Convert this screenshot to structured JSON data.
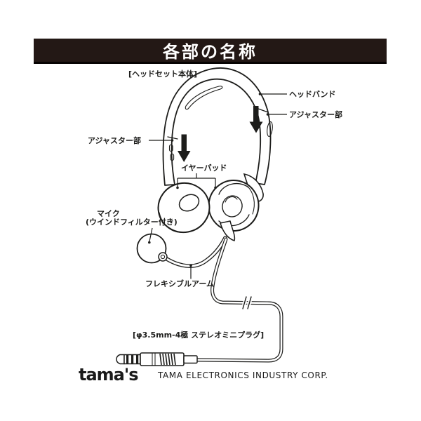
{
  "header": {
    "title": "各部の名称",
    "bar_color": "#231815",
    "text_color": "#ffffff"
  },
  "diagram": {
    "line_color": "#1d1d1b",
    "labels": {
      "headset_body": "[ヘッドセット本体]",
      "headband": "ヘッドバンド",
      "adjuster_right": "アジャスター部",
      "adjuster_left": "アジャスター部",
      "earpad": "イヤーパッド",
      "mic_line1": "マイク",
      "mic_line2": "(ウインドフィルター付き)",
      "flexible_arm": "フレキシブルアーム",
      "plug": "[φ3.5mm-4極 ステレオミニプラグ]"
    },
    "icons": {
      "left_arrow": "down-arrow",
      "right_arrow": "down-arrow"
    }
  },
  "footer": {
    "logo": "tama's",
    "company": "TAMA ELECTRONICS INDUSTRY CORP."
  }
}
